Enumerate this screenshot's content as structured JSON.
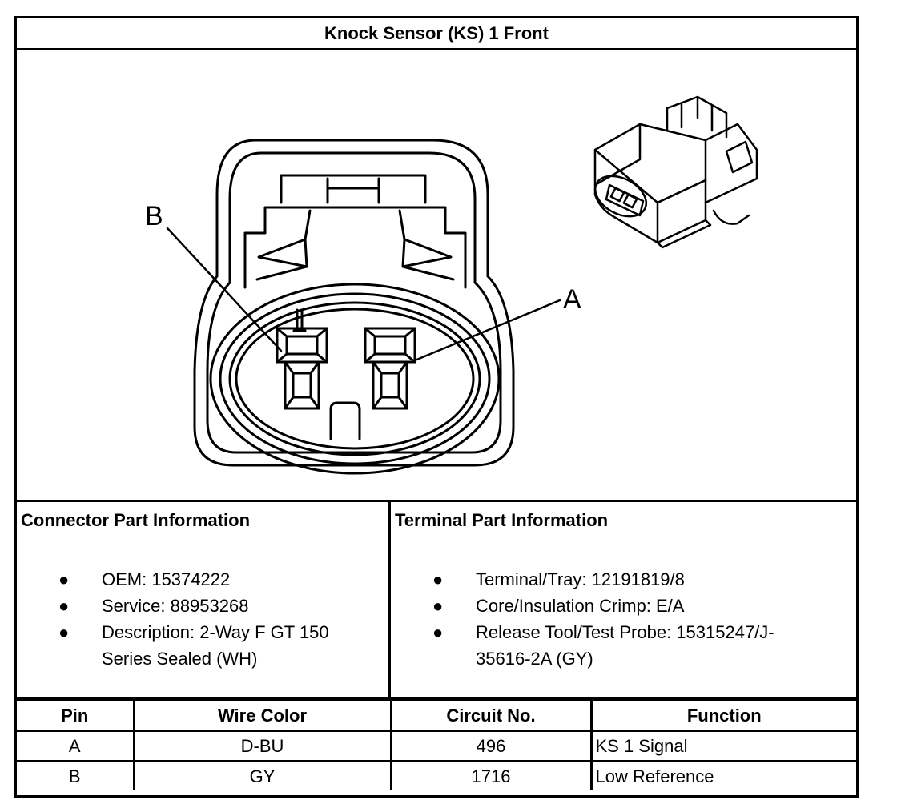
{
  "title": "Knock Sensor (KS) 1 Front",
  "figure": {
    "pin_labels": [
      "B",
      "A"
    ]
  },
  "connector_info": {
    "heading": "Connector Part Information",
    "items": [
      "OEM: 15374222",
      "Service: 88953268",
      "Description: 2-Way F GT 150 Series Sealed (WH)"
    ]
  },
  "terminal_info": {
    "heading": "Terminal Part Information",
    "items": [
      "Terminal/Tray: 12191819/8",
      "Core/Insulation Crimp: E/A",
      "Release Tool/Test Probe: 15315247/J-35616-2A (GY)"
    ]
  },
  "pin_table": {
    "headers": [
      "Pin",
      "Wire Color",
      "Circuit No.",
      "Function"
    ],
    "rows": [
      [
        "A",
        "D-BU",
        "496",
        "KS 1 Signal"
      ],
      [
        "B",
        "GY",
        "1716",
        "Low Reference"
      ]
    ]
  }
}
